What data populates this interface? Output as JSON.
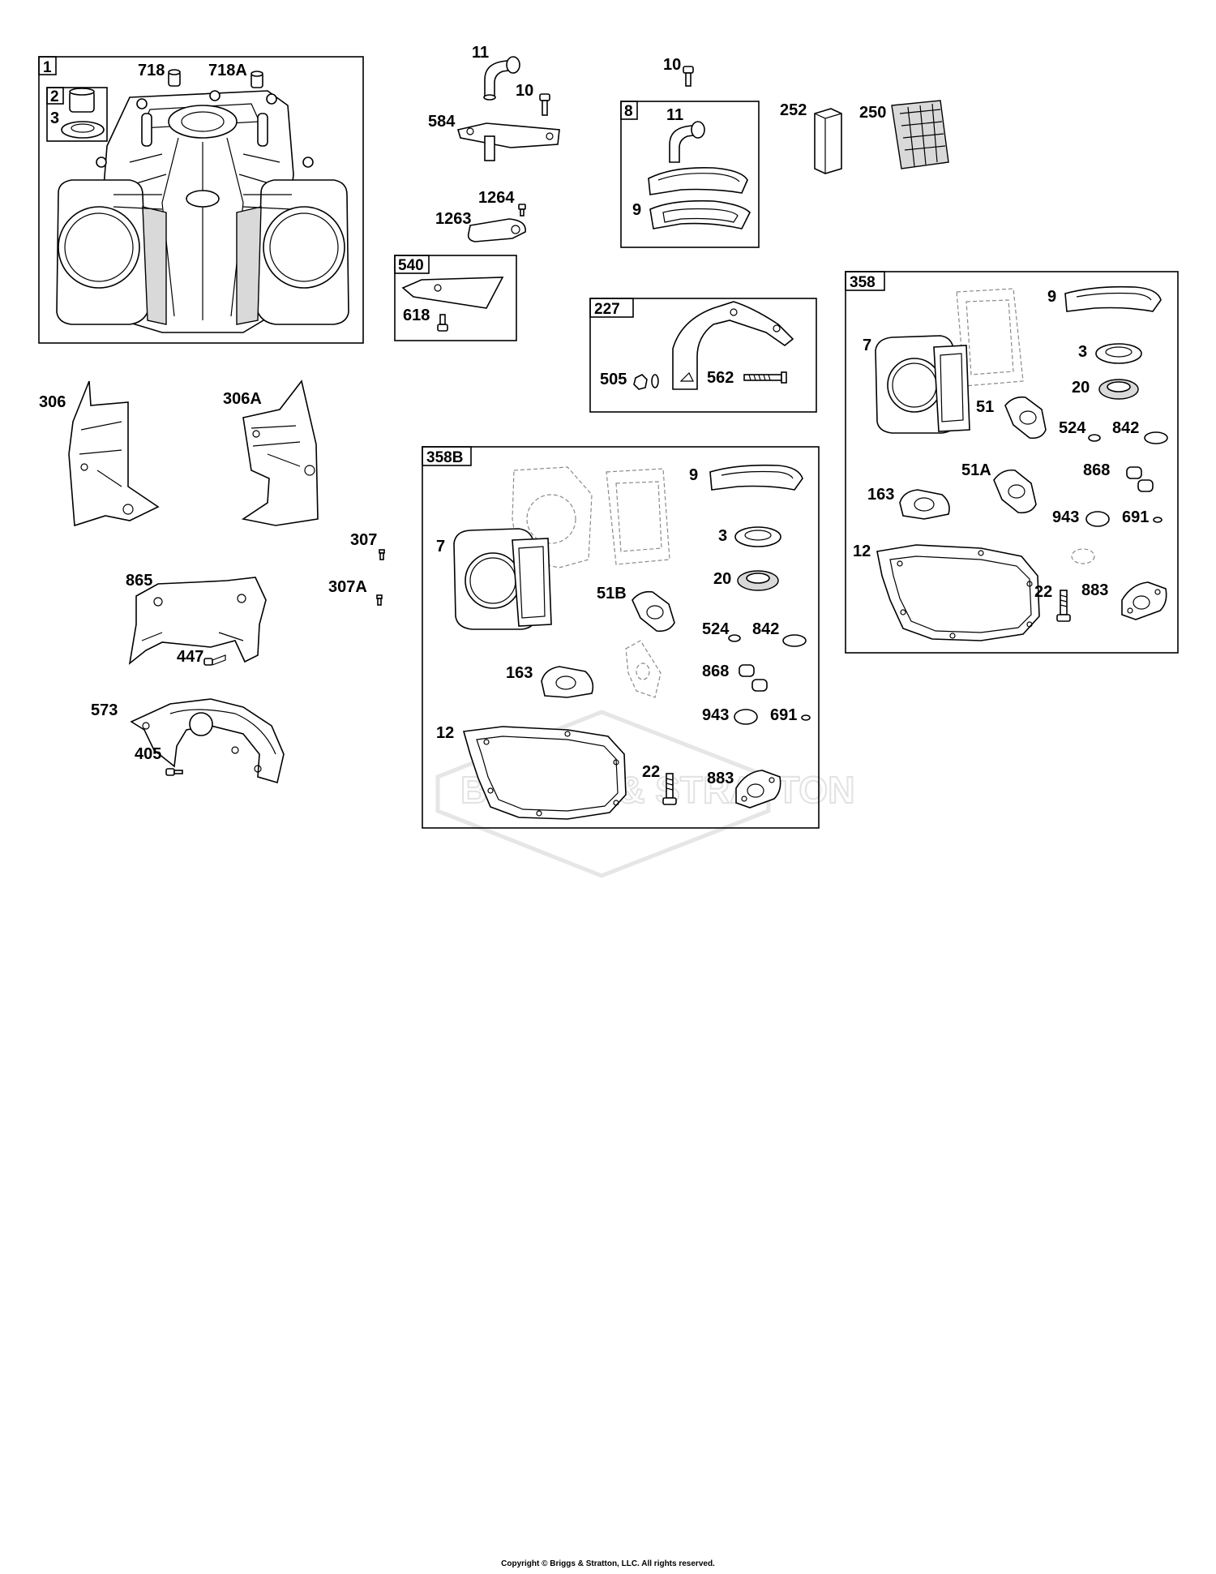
{
  "watermark": "BRIGGS & STRATTON",
  "copyright": "Copyright © Briggs & Stratton, LLC. All rights reserved.",
  "boxes": {
    "b1": "1",
    "b2": "2",
    "b8": "8",
    "b540": "540",
    "b227": "227",
    "b358": "358",
    "b358B": "358B"
  },
  "labels": {
    "l718": "718",
    "l718A": "718A",
    "l3a": "3",
    "l11a": "11",
    "l10a": "10",
    "l584": "584",
    "l1264": "1264",
    "l1263": "1263",
    "l618": "618",
    "l10b": "10",
    "l11b": "11",
    "l9a": "9",
    "l252": "252",
    "l250": "250",
    "l505": "505",
    "l562": "562",
    "l306": "306",
    "l306A": "306A",
    "l307": "307",
    "l307A": "307A",
    "l865": "865",
    "l447": "447",
    "l573": "573",
    "l405": "405",
    "r9": "9",
    "r7": "7",
    "r3": "3",
    "r20": "20",
    "r51": "51",
    "r524": "524",
    "r842": "842",
    "r51A": "51A",
    "r868": "868",
    "r163": "163",
    "r943": "943",
    "r691": "691",
    "r12": "12",
    "r22": "22",
    "r883": "883",
    "m9": "9",
    "m7": "7",
    "m3": "3",
    "m20": "20",
    "m51B": "51B",
    "m524": "524",
    "m842": "842",
    "m163": "163",
    "m868": "868",
    "m943": "943",
    "m691": "691",
    "m12": "12",
    "m22": "22",
    "m883": "883"
  }
}
